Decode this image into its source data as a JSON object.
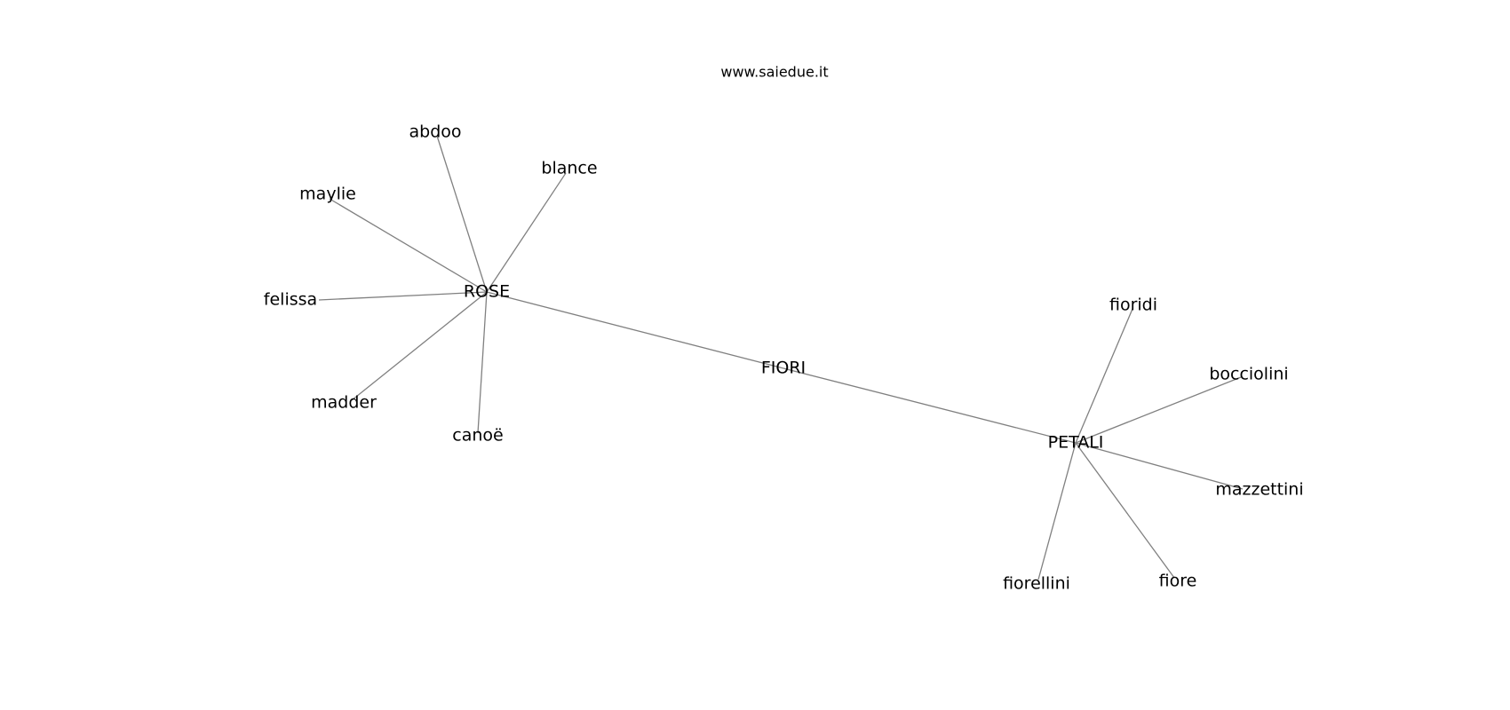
{
  "header": {
    "site": "www.saiedue.it"
  },
  "graph": {
    "nodes": [
      {
        "id": "fiori",
        "label": "FIORI"
      },
      {
        "id": "rose",
        "label": "ROSE"
      },
      {
        "id": "petali",
        "label": "PETALI"
      },
      {
        "id": "abdoo",
        "label": "abdoo"
      },
      {
        "id": "blance",
        "label": "blance"
      },
      {
        "id": "maylie",
        "label": "maylie"
      },
      {
        "id": "felissa",
        "label": "felissa"
      },
      {
        "id": "madder",
        "label": "madder"
      },
      {
        "id": "canoe",
        "label": "canoë"
      },
      {
        "id": "fioridi",
        "label": "fioridi"
      },
      {
        "id": "bocciolini",
        "label": "bocciolini"
      },
      {
        "id": "mazzettini",
        "label": "mazzettini"
      },
      {
        "id": "fiore",
        "label": "fiore"
      },
      {
        "id": "fiorellini",
        "label": "fiorellini"
      }
    ],
    "edges": [
      {
        "from": "fiori",
        "to": "rose"
      },
      {
        "from": "fiori",
        "to": "petali"
      },
      {
        "from": "rose",
        "to": "abdoo"
      },
      {
        "from": "rose",
        "to": "blance"
      },
      {
        "from": "rose",
        "to": "maylie"
      },
      {
        "from": "rose",
        "to": "felissa"
      },
      {
        "from": "rose",
        "to": "madder"
      },
      {
        "from": "rose",
        "to": "canoe"
      },
      {
        "from": "petali",
        "to": "fioridi"
      },
      {
        "from": "petali",
        "to": "bocciolini"
      },
      {
        "from": "petali",
        "to": "mazzettini"
      },
      {
        "from": "petali",
        "to": "fiore"
      },
      {
        "from": "petali",
        "to": "fiorellini"
      }
    ],
    "edge_color": "#808080",
    "label_color": "#000000"
  }
}
